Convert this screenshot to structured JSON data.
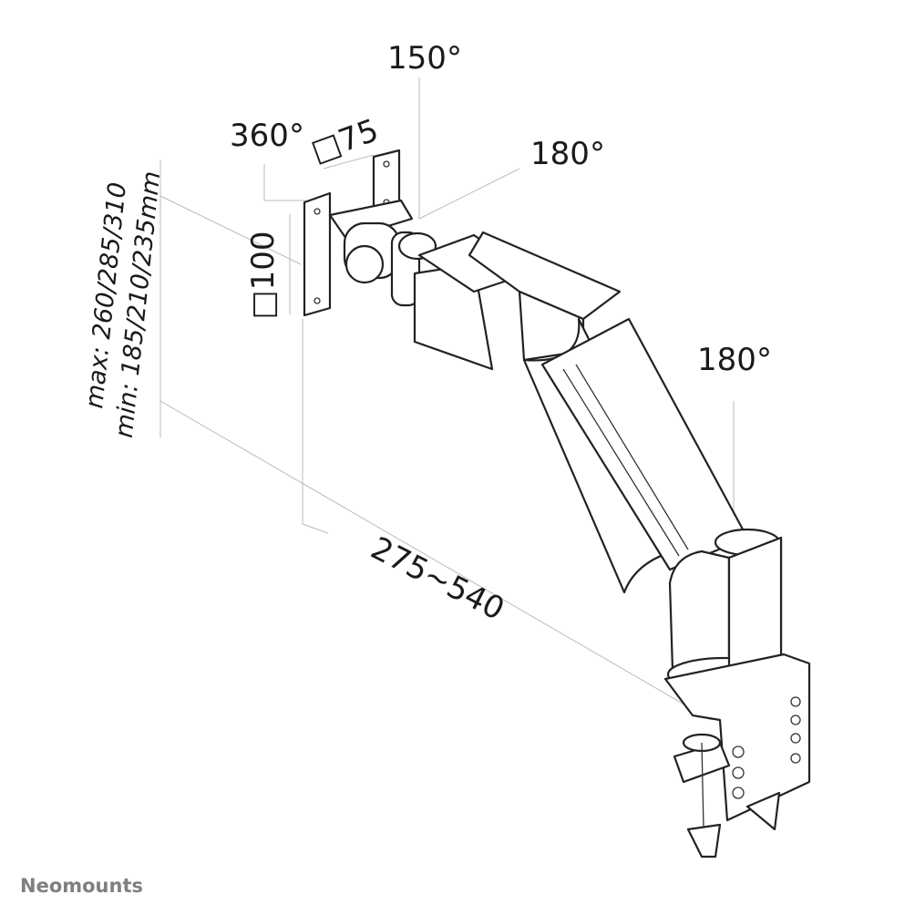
{
  "labels": {
    "tilt": "150°",
    "rotate": "360°",
    "vesa_small": "□75",
    "swivel_upper": "180°",
    "swivel_lower": "180°",
    "vesa_large": "□100",
    "height_max": "max: 260/285/310",
    "height_min": "min: 185/210/235mm",
    "reach": "275~540"
  },
  "brand": "Neomounts"
}
